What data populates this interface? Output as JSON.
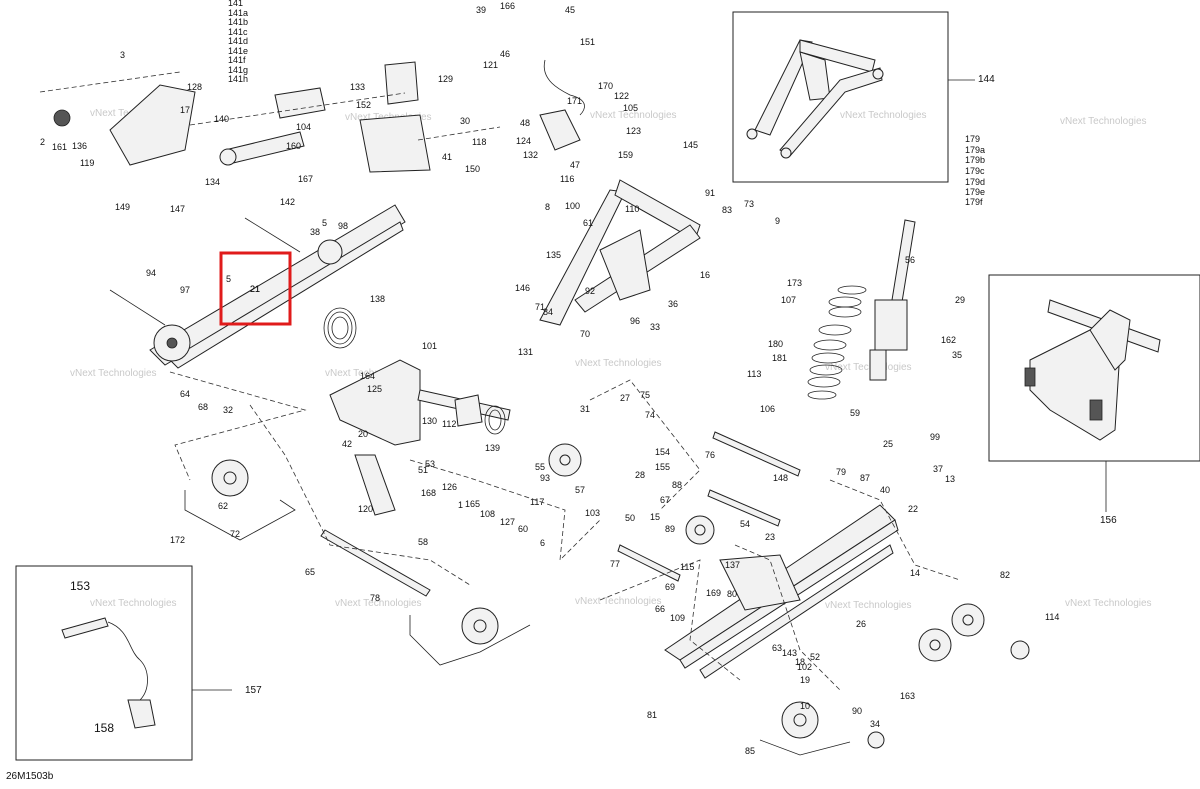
{
  "diagram": {
    "drawing_code": "26M1503b",
    "watermark_text": "vNext Technologies",
    "highlight_color": "#e01b1b",
    "highlight_labels": [
      "5",
      "21"
    ],
    "callouts": [
      "1",
      "2",
      "3",
      "5",
      "6",
      "8",
      "9",
      "10",
      "13",
      "14",
      "15",
      "16",
      "17",
      "18",
      "19",
      "20",
      "21",
      "22",
      "23",
      "25",
      "26",
      "27",
      "28",
      "29",
      "30",
      "31",
      "32",
      "33",
      "34",
      "35",
      "36",
      "37",
      "38",
      "39",
      "40",
      "41",
      "42",
      "45",
      "46",
      "47",
      "48",
      "50",
      "51",
      "52",
      "53",
      "54",
      "55",
      "56",
      "57",
      "58",
      "59",
      "60",
      "61",
      "62",
      "63",
      "64",
      "65",
      "66",
      "67",
      "68",
      "69",
      "70",
      "71",
      "72",
      "73",
      "74",
      "75",
      "76",
      "77",
      "78",
      "79",
      "80",
      "81",
      "82",
      "83",
      "84",
      "85",
      "87",
      "88",
      "89",
      "90",
      "91",
      "92",
      "93",
      "94",
      "96",
      "97",
      "98",
      "99",
      "100",
      "101",
      "102",
      "103",
      "104",
      "105",
      "106",
      "107",
      "108",
      "109",
      "110",
      "112",
      "113",
      "114",
      "115",
      "116",
      "117",
      "118",
      "119",
      "120",
      "121",
      "122",
      "123",
      "124",
      "125",
      "126",
      "127",
      "128",
      "129",
      "130",
      "131",
      "132",
      "133",
      "134",
      "135",
      "136",
      "137",
      "138",
      "139",
      "140",
      "141",
      "141a",
      "141b",
      "141c",
      "141d",
      "141e",
      "141f",
      "141g",
      "141h",
      "142",
      "143",
      "144",
      "145",
      "146",
      "147",
      "148",
      "149",
      "150",
      "151",
      "152",
      "153",
      "154",
      "155",
      "156",
      "157",
      "158",
      "159",
      "160",
      "161",
      "162",
      "163",
      "164",
      "165",
      "166",
      "167",
      "168",
      "169",
      "170",
      "171",
      "172",
      "173",
      "179",
      "179a",
      "179b",
      "179c",
      "179d",
      "179e",
      "179f",
      "180",
      "181"
    ],
    "insets": [
      {
        "id": "144",
        "label": "144"
      },
      {
        "id": "156",
        "label": "156"
      },
      {
        "id": "157",
        "label": "157",
        "parts": [
          "153",
          "158"
        ]
      }
    ]
  }
}
